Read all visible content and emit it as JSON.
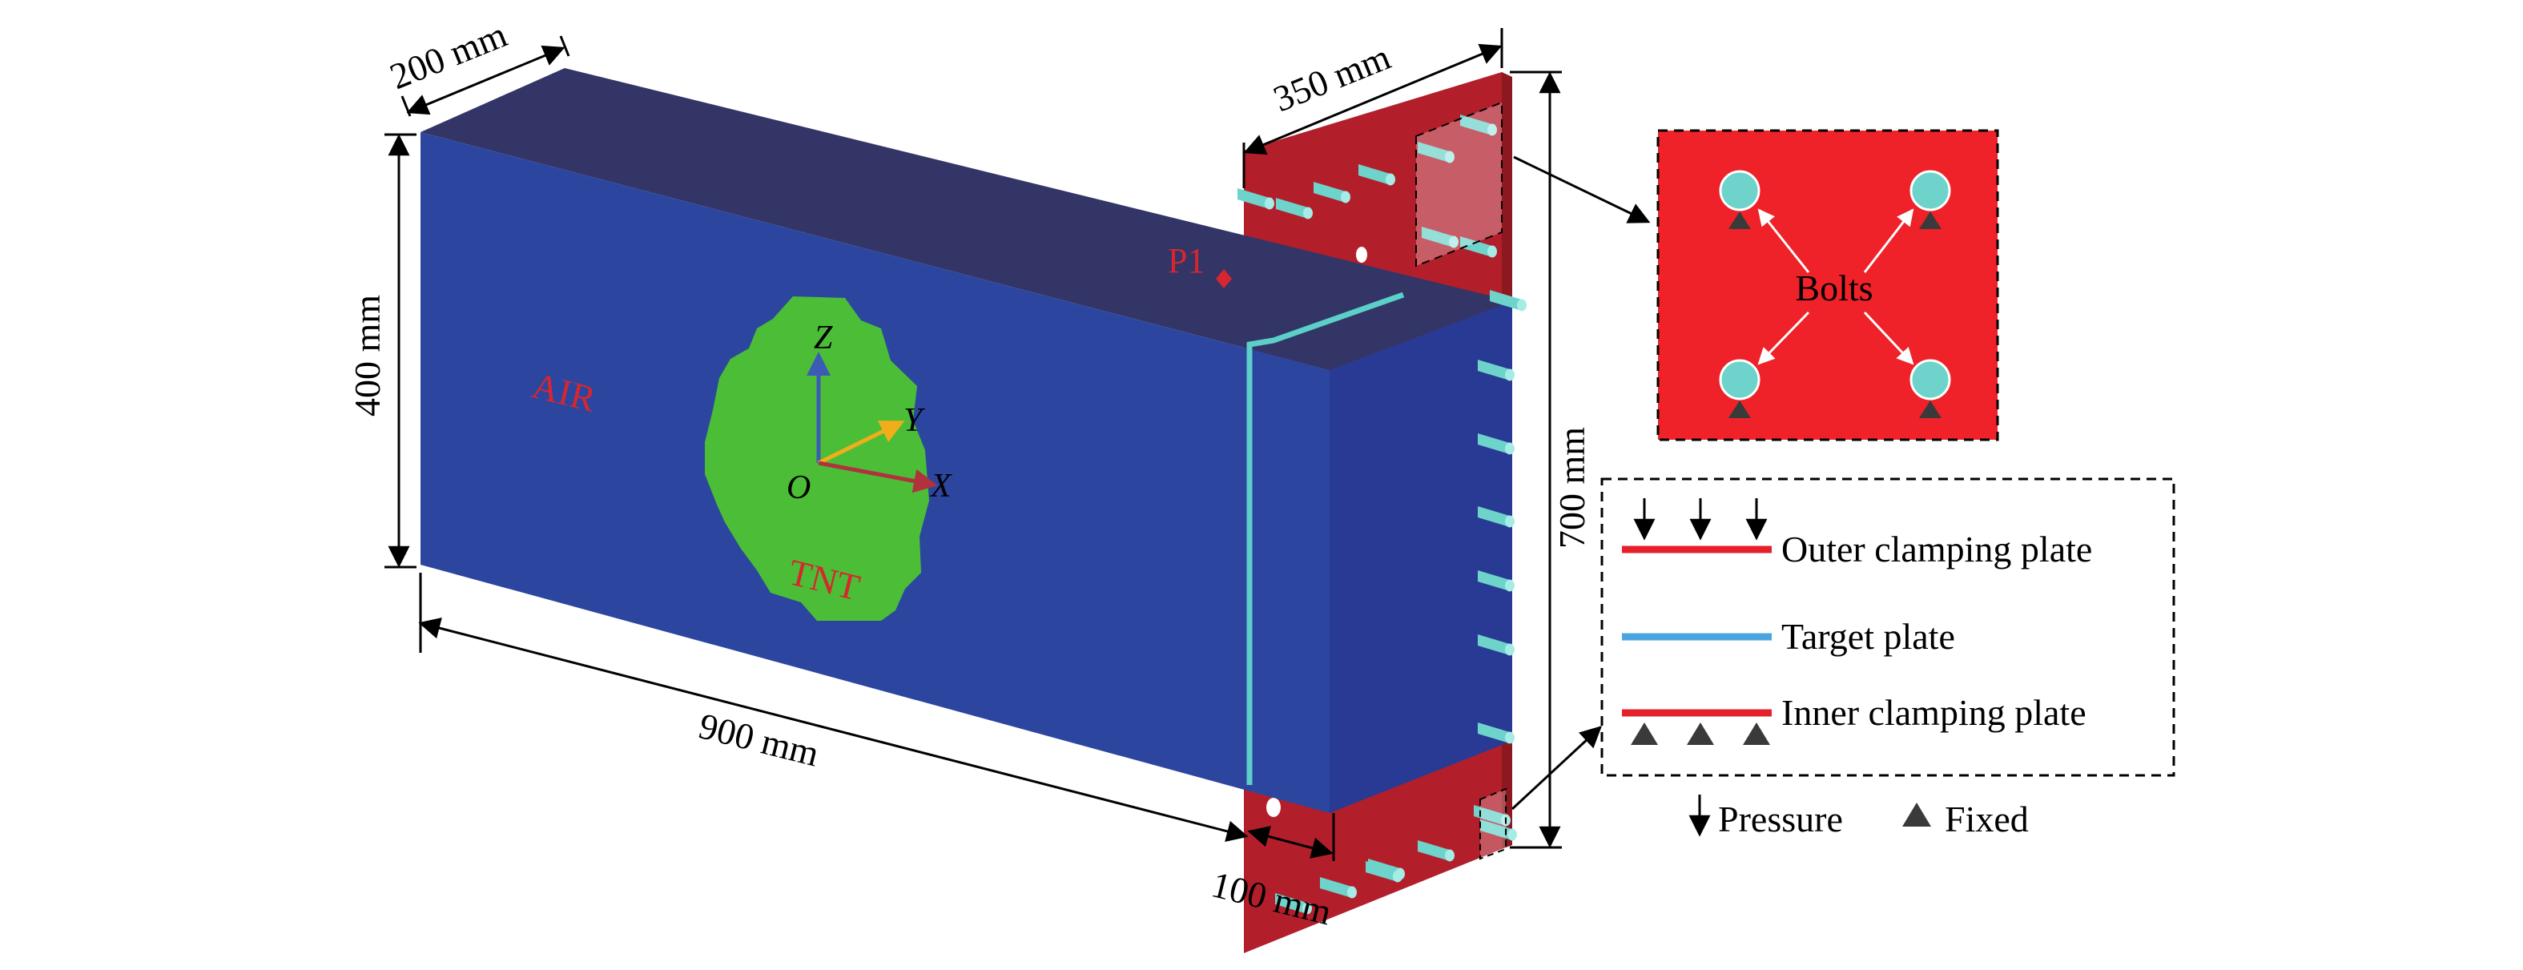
{
  "dimensions": {
    "air_width": "200 mm",
    "air_height": "400 mm",
    "air_length": "900 mm",
    "plate_width": "350 mm",
    "plate_height": "700 mm",
    "offset": "100 mm"
  },
  "labels": {
    "air": "AIR",
    "tnt": "TNT",
    "p1": "P1",
    "axis_z": "Z",
    "axis_y": "Y",
    "axis_x": "X",
    "origin": "O",
    "bolts": "Bolts"
  },
  "legend": {
    "outer_clamping_plate": "Outer clamping plate",
    "target_plate": "Target plate",
    "inner_clamping_plate": "Inner clamping plate",
    "pressure": "Pressure",
    "fixed": "Fixed"
  },
  "colors": {
    "air_front": "#2c46a0",
    "air_top": "#323566",
    "tnt": "#4cbd37",
    "clamp_plate": "#b21f2b",
    "bolt": "#6ed3cb",
    "target_plate": "#5ccfc9",
    "zoom_fill": "#ee2228",
    "label_red": "#d7262f",
    "legend_red": "#e5202b",
    "legend_blue": "#4aa5df",
    "axis_x": "#b0323c",
    "axis_y": "#f2ad1b",
    "axis_z": "#3c5bb5"
  }
}
